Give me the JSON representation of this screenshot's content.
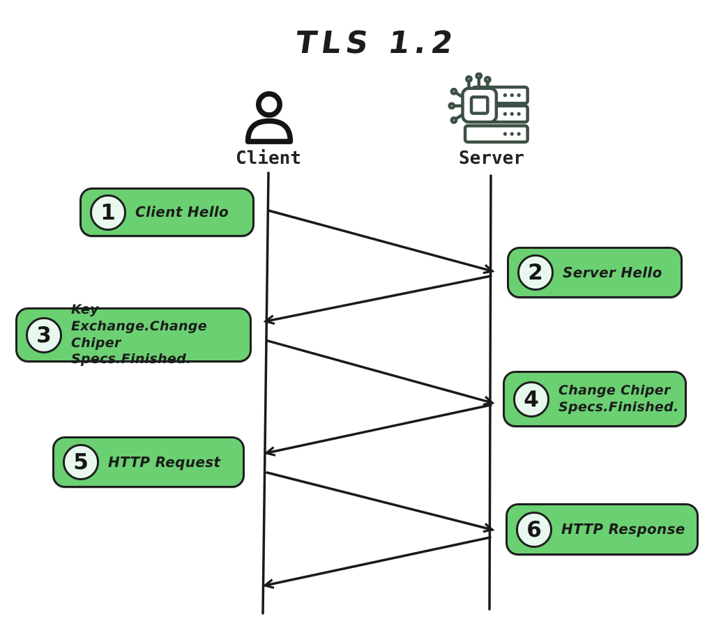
{
  "title": "TLS 1.2",
  "actors": {
    "client": {
      "label": "Client"
    },
    "server": {
      "label": "Server"
    }
  },
  "steps": [
    {
      "number": "1",
      "label": "Client Hello",
      "from": "client",
      "to": "server"
    },
    {
      "number": "2",
      "label": "Server Hello",
      "from": "server",
      "to": "client"
    },
    {
      "number": "3",
      "label": "Key Exchange.Change Chiper Specs.Finished.",
      "from": "client",
      "to": "server"
    },
    {
      "number": "4",
      "label": "Change Chiper Specs.Finished.",
      "from": "server",
      "to": "client"
    },
    {
      "number": "5",
      "label": "HTTP Request",
      "from": "client",
      "to": "server"
    },
    {
      "number": "6",
      "label": "HTTP Response",
      "from": "server",
      "to": "client"
    }
  ],
  "colors": {
    "box_green": "#6bd072",
    "box_border": "#1e1e1e",
    "circle_fill": "#e9f8ef",
    "line_color": "#1a1a1a",
    "server_icon": "#3d5045"
  }
}
